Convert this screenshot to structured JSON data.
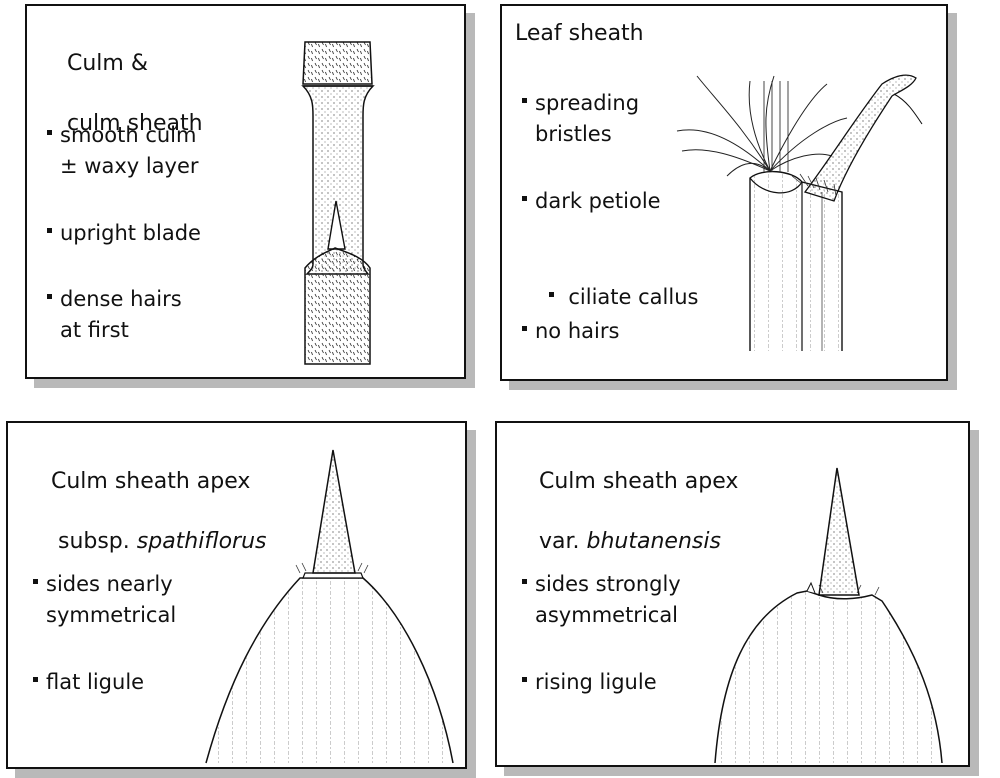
{
  "panels": {
    "culm": {
      "title_line1": "Culm &",
      "title_line2": "culm sheath",
      "bullets": [
        {
          "line1": "smooth culm",
          "line2": "± waxy layer"
        },
        {
          "line1": "upright blade",
          "line2": ""
        },
        {
          "line1": "dense hairs",
          "line2": "at first"
        }
      ]
    },
    "leaf_sheath": {
      "title": "Leaf sheath",
      "bullets": [
        {
          "line1": "spreading",
          "line2": "bristles"
        },
        {
          "line1": "dark petiole",
          "line2": ""
        },
        {
          "line1": " ciliate callus",
          "line2": ""
        },
        {
          "line1": "no hairs",
          "line2": ""
        }
      ]
    },
    "apex_spathiflorus": {
      "title_line1": "Culm sheath apex",
      "title_prefix": " subsp. ",
      "title_italic": "spathiflorus",
      "bullets": [
        {
          "line1": "sides nearly",
          "line2": "symmetrical"
        },
        {
          "line1": "flat ligule",
          "line2": ""
        }
      ]
    },
    "apex_bhutanensis": {
      "title_line1": "Culm sheath apex",
      "title_prefix": "var. ",
      "title_italic": "bhutanensis",
      "bullets": [
        {
          "line1": "sides strongly",
          "line2": "asymmetrical"
        },
        {
          "line1": "rising ligule",
          "line2": ""
        }
      ]
    }
  }
}
